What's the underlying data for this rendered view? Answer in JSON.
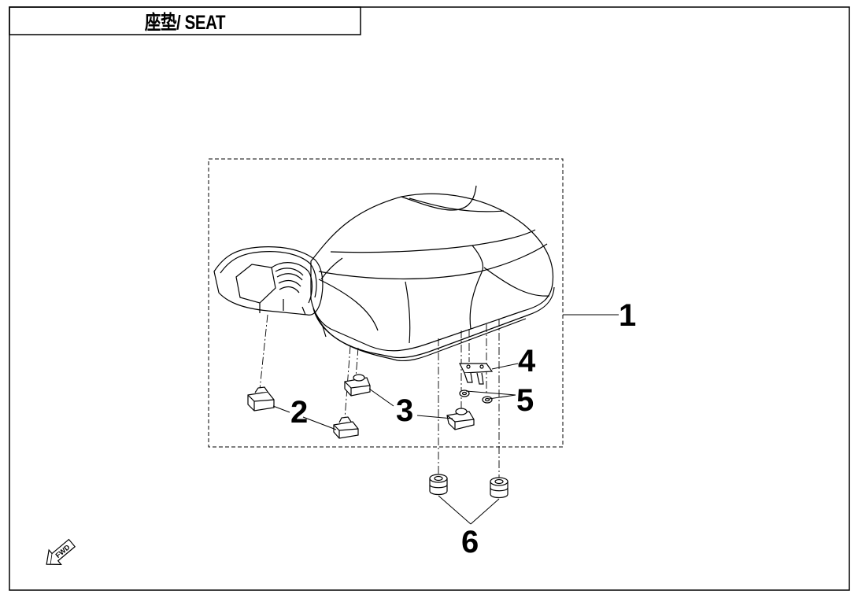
{
  "title": "座垫/ SEAT",
  "fwd_label": "FWD",
  "callouts": [
    "1",
    "2",
    "3",
    "4",
    "5",
    "6"
  ],
  "colors": {
    "line": "#000000",
    "background": "#ffffff"
  }
}
